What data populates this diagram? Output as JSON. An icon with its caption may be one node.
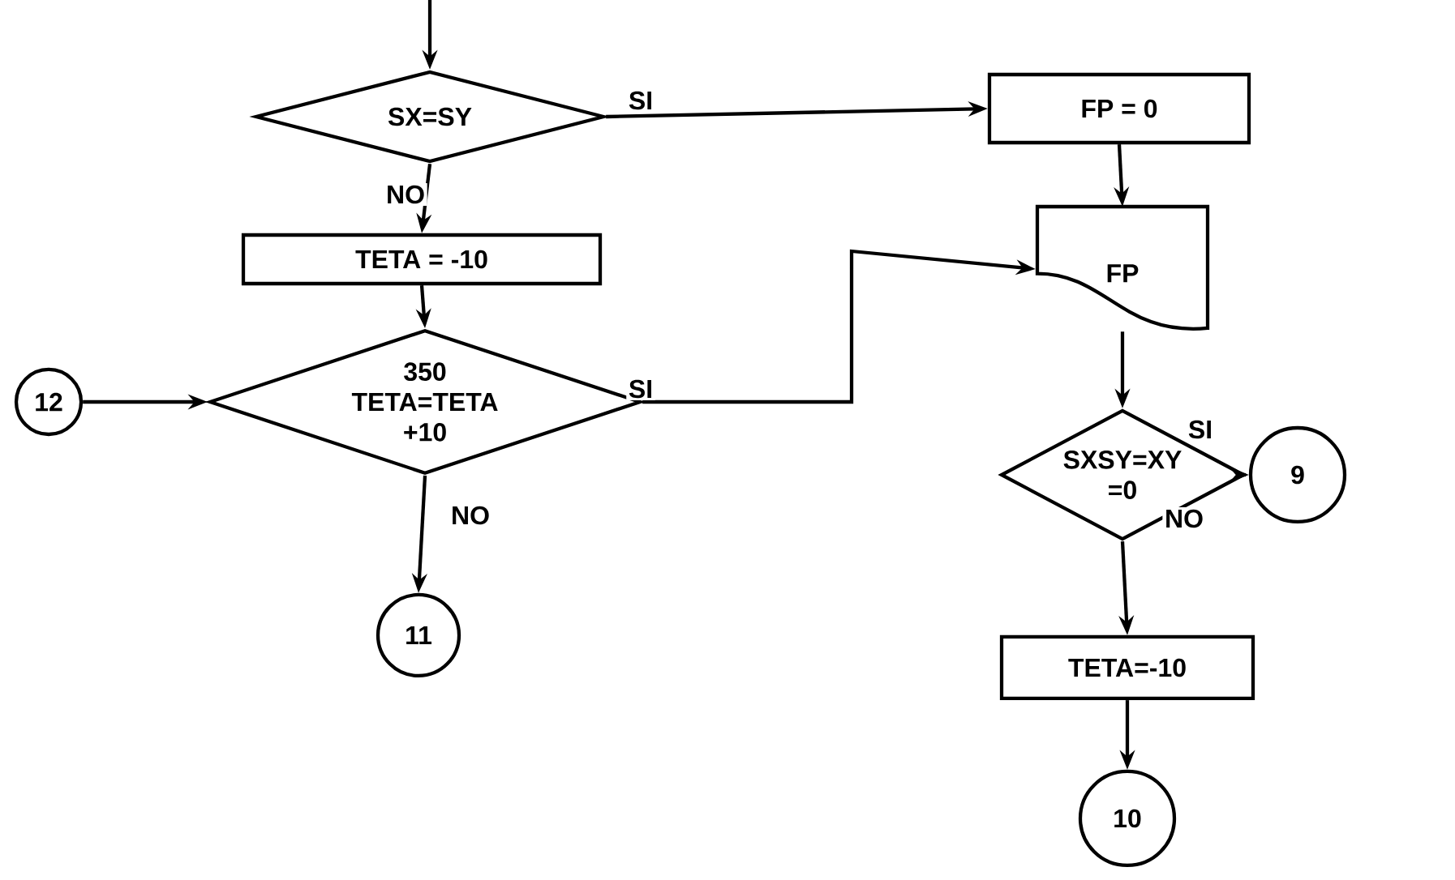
{
  "diagram": {
    "nodes": [
      {
        "text": [
          "SX=SY"
        ]
      },
      {
        "text": [
          "FP = 0"
        ]
      },
      {
        "text": [
          "TETA = -10"
        ]
      },
      {
        "text": [
          "FP"
        ]
      },
      {
        "text": [
          "12"
        ]
      },
      {
        "text": [
          "350 TETA=TETA +10"
        ]
      },
      {
        "text": [
          "11"
        ]
      },
      {
        "text": [
          "SXSY=XY =0"
        ]
      },
      {
        "text": [
          "9"
        ]
      },
      {
        "text": [
          "TETA=-10"
        ]
      },
      {
        "text": [
          "10"
        ]
      }
    ],
    "edges": [
      {
        "from": null,
        "to": 0,
        "arrow": "to"
      },
      {
        "from": 0,
        "to": 1,
        "arrow": "to",
        "label": "SI"
      },
      {
        "from": 0,
        "to": 2,
        "arrow": "to",
        "label": "NO"
      },
      {
        "from": 2,
        "to": 5,
        "arrow": "to"
      },
      {
        "from": 4,
        "to": 5,
        "arrow": "to"
      },
      {
        "from": 5,
        "to": 3,
        "arrow": "to",
        "label": "SI"
      },
      {
        "from": 5,
        "to": 6,
        "arrow": "to",
        "label": "NO"
      },
      {
        "from": 1,
        "to": 3,
        "arrow": "to"
      },
      {
        "from": 3,
        "to": 7,
        "arrow": "to"
      },
      {
        "from": 7,
        "to": 8,
        "arrow": "to",
        "label": "SI"
      },
      {
        "from": 7,
        "to": 9,
        "arrow": "to",
        "label": "NO"
      },
      {
        "from": 9,
        "to": 10,
        "arrow": "to"
      }
    ]
  }
}
